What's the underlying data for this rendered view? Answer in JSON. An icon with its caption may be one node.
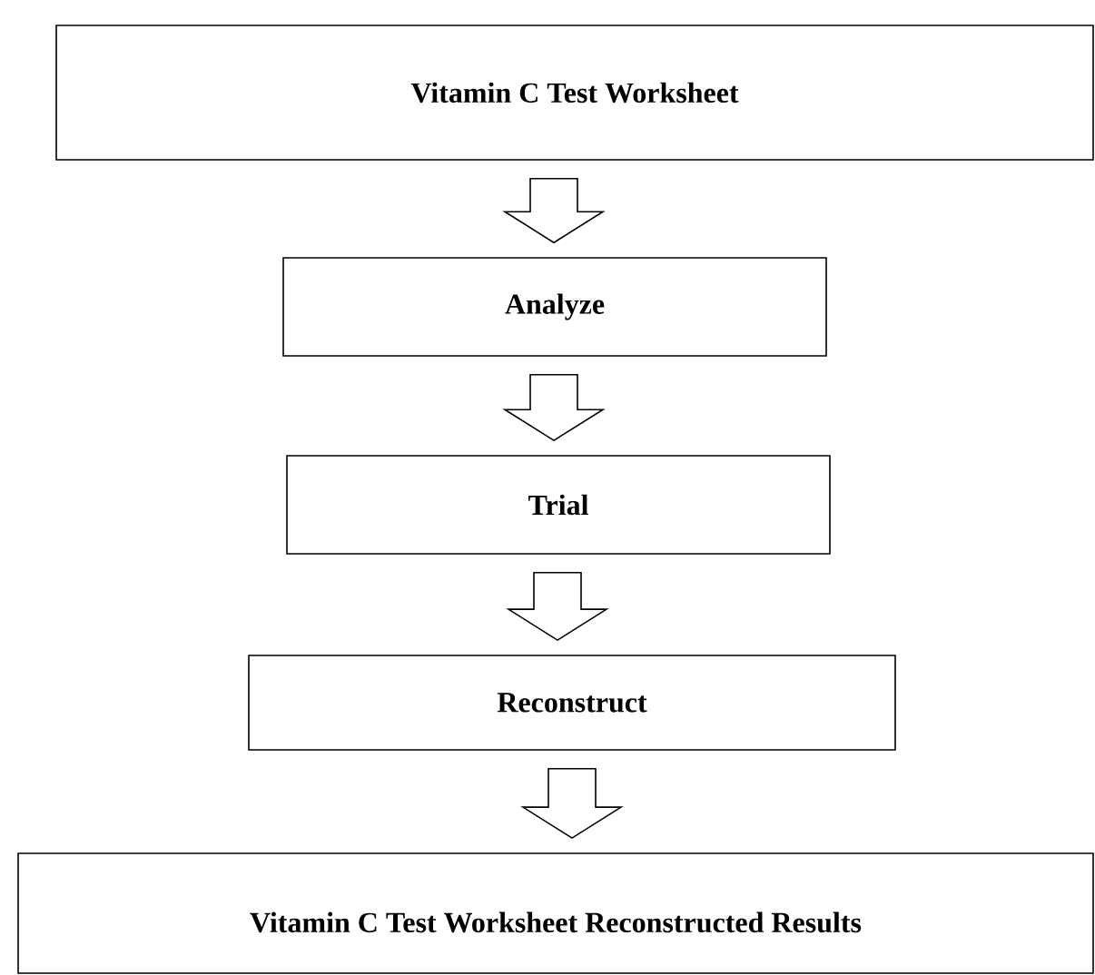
{
  "diagram": {
    "nodes": [
      {
        "text": [
          "Vitamin C Test Worksheet"
        ]
      },
      {
        "text": [
          "Analyze"
        ]
      },
      {
        "text": [
          "Trial"
        ]
      },
      {
        "text": [
          "Reconstruct"
        ]
      },
      {
        "text": [
          "Vitamin C Test Worksheet Reconstructed Results"
        ]
      }
    ],
    "edges": [
      {
        "from": 0,
        "to": 1,
        "arrow": "to"
      },
      {
        "from": 1,
        "to": 2,
        "arrow": "to"
      },
      {
        "from": 2,
        "to": 3,
        "arrow": "to"
      },
      {
        "from": 3,
        "to": 4,
        "arrow": "to"
      }
    ]
  }
}
